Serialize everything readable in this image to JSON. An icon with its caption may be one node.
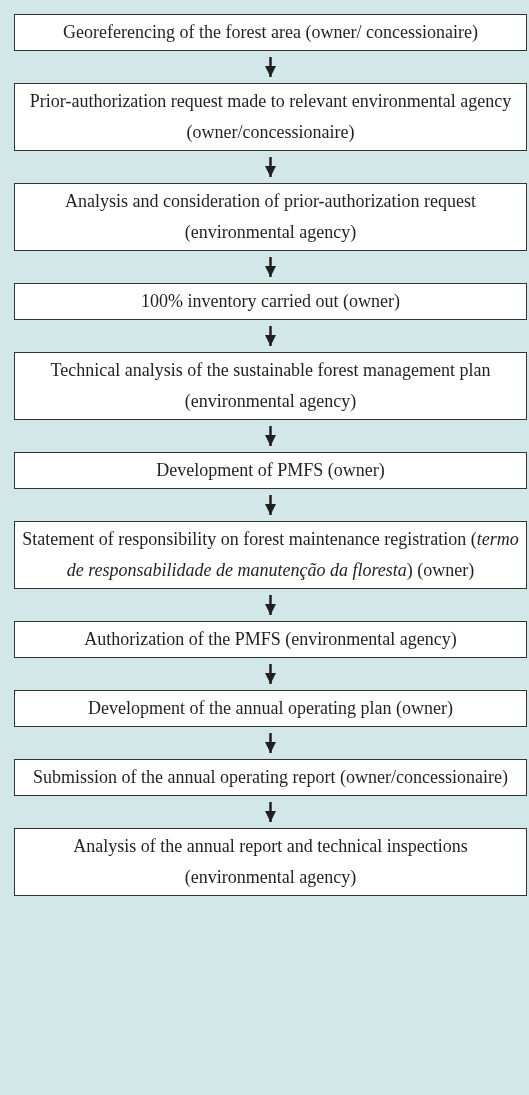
{
  "diagram": {
    "nodes": [
      {
        "text": [
          "Georeferencing of the forest area (owner/ concessionaire)"
        ]
      },
      {
        "text": [
          "Prior-authorization request made to relevant environmental agency (owner/concessionaire)"
        ]
      },
      {
        "text": [
          "Analysis and consideration of prior-authorization request (environmental agency)"
        ]
      },
      {
        "text": [
          "100% inventory carried out (owner)"
        ]
      },
      {
        "text": [
          "Technical analysis of the sustainable forest management plan (environmental agency)"
        ]
      },
      {
        "text": [
          "Development of PMFS (owner)"
        ]
      },
      {
        "text": [
          "Statement of responsibility on forest maintenance registration (*termo de responsabilidade de manutenção da floresta*) (owner)"
        ]
      },
      {
        "text": [
          "Authorization of the PMFS (environmental agency)"
        ]
      },
      {
        "text": [
          "Development of the annual operating plan (owner)"
        ]
      },
      {
        "text": [
          "Submission of the annual operating report (owner/concessionaire)"
        ]
      },
      {
        "text": [
          "Analysis of the annual report and technical inspections (environmental agency)"
        ]
      }
    ],
    "edges": [
      {
        "from": 0,
        "to": 1,
        "arrow": "to"
      },
      {
        "from": 1,
        "to": 2,
        "arrow": "to"
      },
      {
        "from": 2,
        "to": 3,
        "arrow": "to"
      },
      {
        "from": 3,
        "to": 4,
        "arrow": "to"
      },
      {
        "from": 4,
        "to": 5,
        "arrow": "to"
      },
      {
        "from": 5,
        "to": 6,
        "arrow": "to"
      },
      {
        "from": 6,
        "to": 7,
        "arrow": "to"
      },
      {
        "from": 7,
        "to": 8,
        "arrow": "to"
      },
      {
        "from": 8,
        "to": 9,
        "arrow": "to"
      },
      {
        "from": 9,
        "to": 10,
        "arrow": "to"
      }
    ]
  }
}
